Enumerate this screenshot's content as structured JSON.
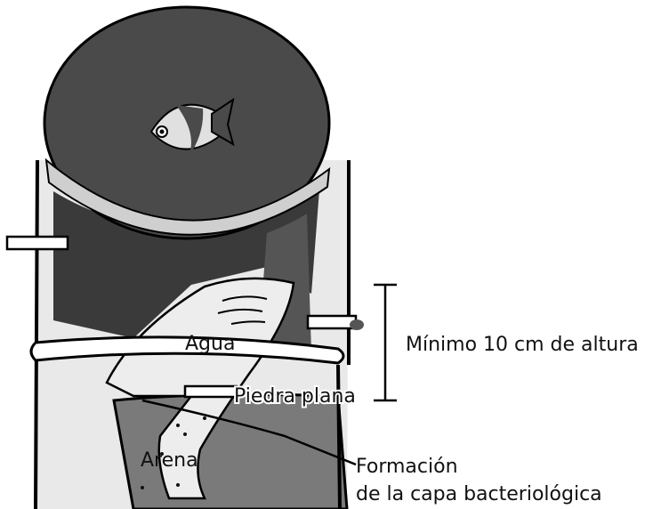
{
  "labels": {
    "water": "Agua",
    "flat_stone": "Piedra plana",
    "sand": "Arena",
    "height": "Mínimo 10 cm de altura",
    "layer_line1": "Formación",
    "layer_line2": "de la capa bacteriológica"
  },
  "colors": {
    "lid": "#4a4a4a",
    "interior_dark": "#333333",
    "sand": "#7a7a7a",
    "water": "#d6d6d6",
    "outline": "#000000"
  }
}
